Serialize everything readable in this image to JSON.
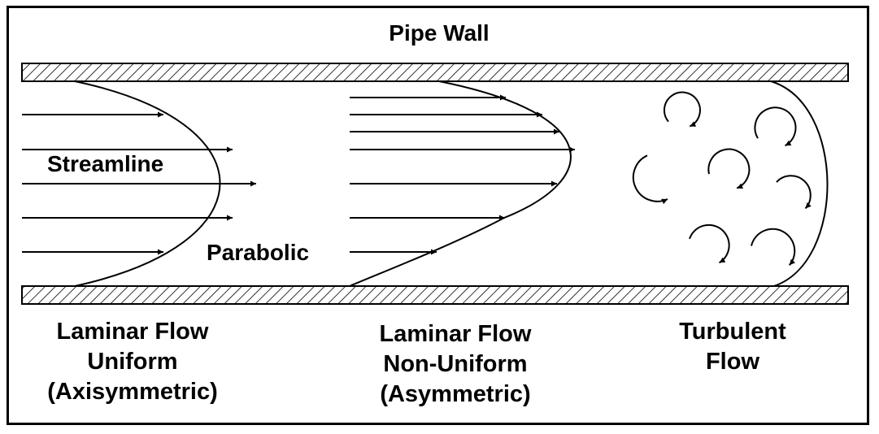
{
  "title": "Pipe Wall",
  "labels": {
    "streamline": "Streamline",
    "parabolic": "Parabolic"
  },
  "captions": {
    "laminar_uniform": [
      "Laminar Flow",
      "Uniform",
      "(Axisymmetric)"
    ],
    "laminar_nonuniform": [
      "Laminar Flow",
      "Non-Uniform",
      "(Asymmetric)"
    ],
    "turbulent": [
      "Turbulent",
      "Flow"
    ]
  },
  "colors": {
    "ink": "#000000",
    "background": "#ffffff"
  }
}
